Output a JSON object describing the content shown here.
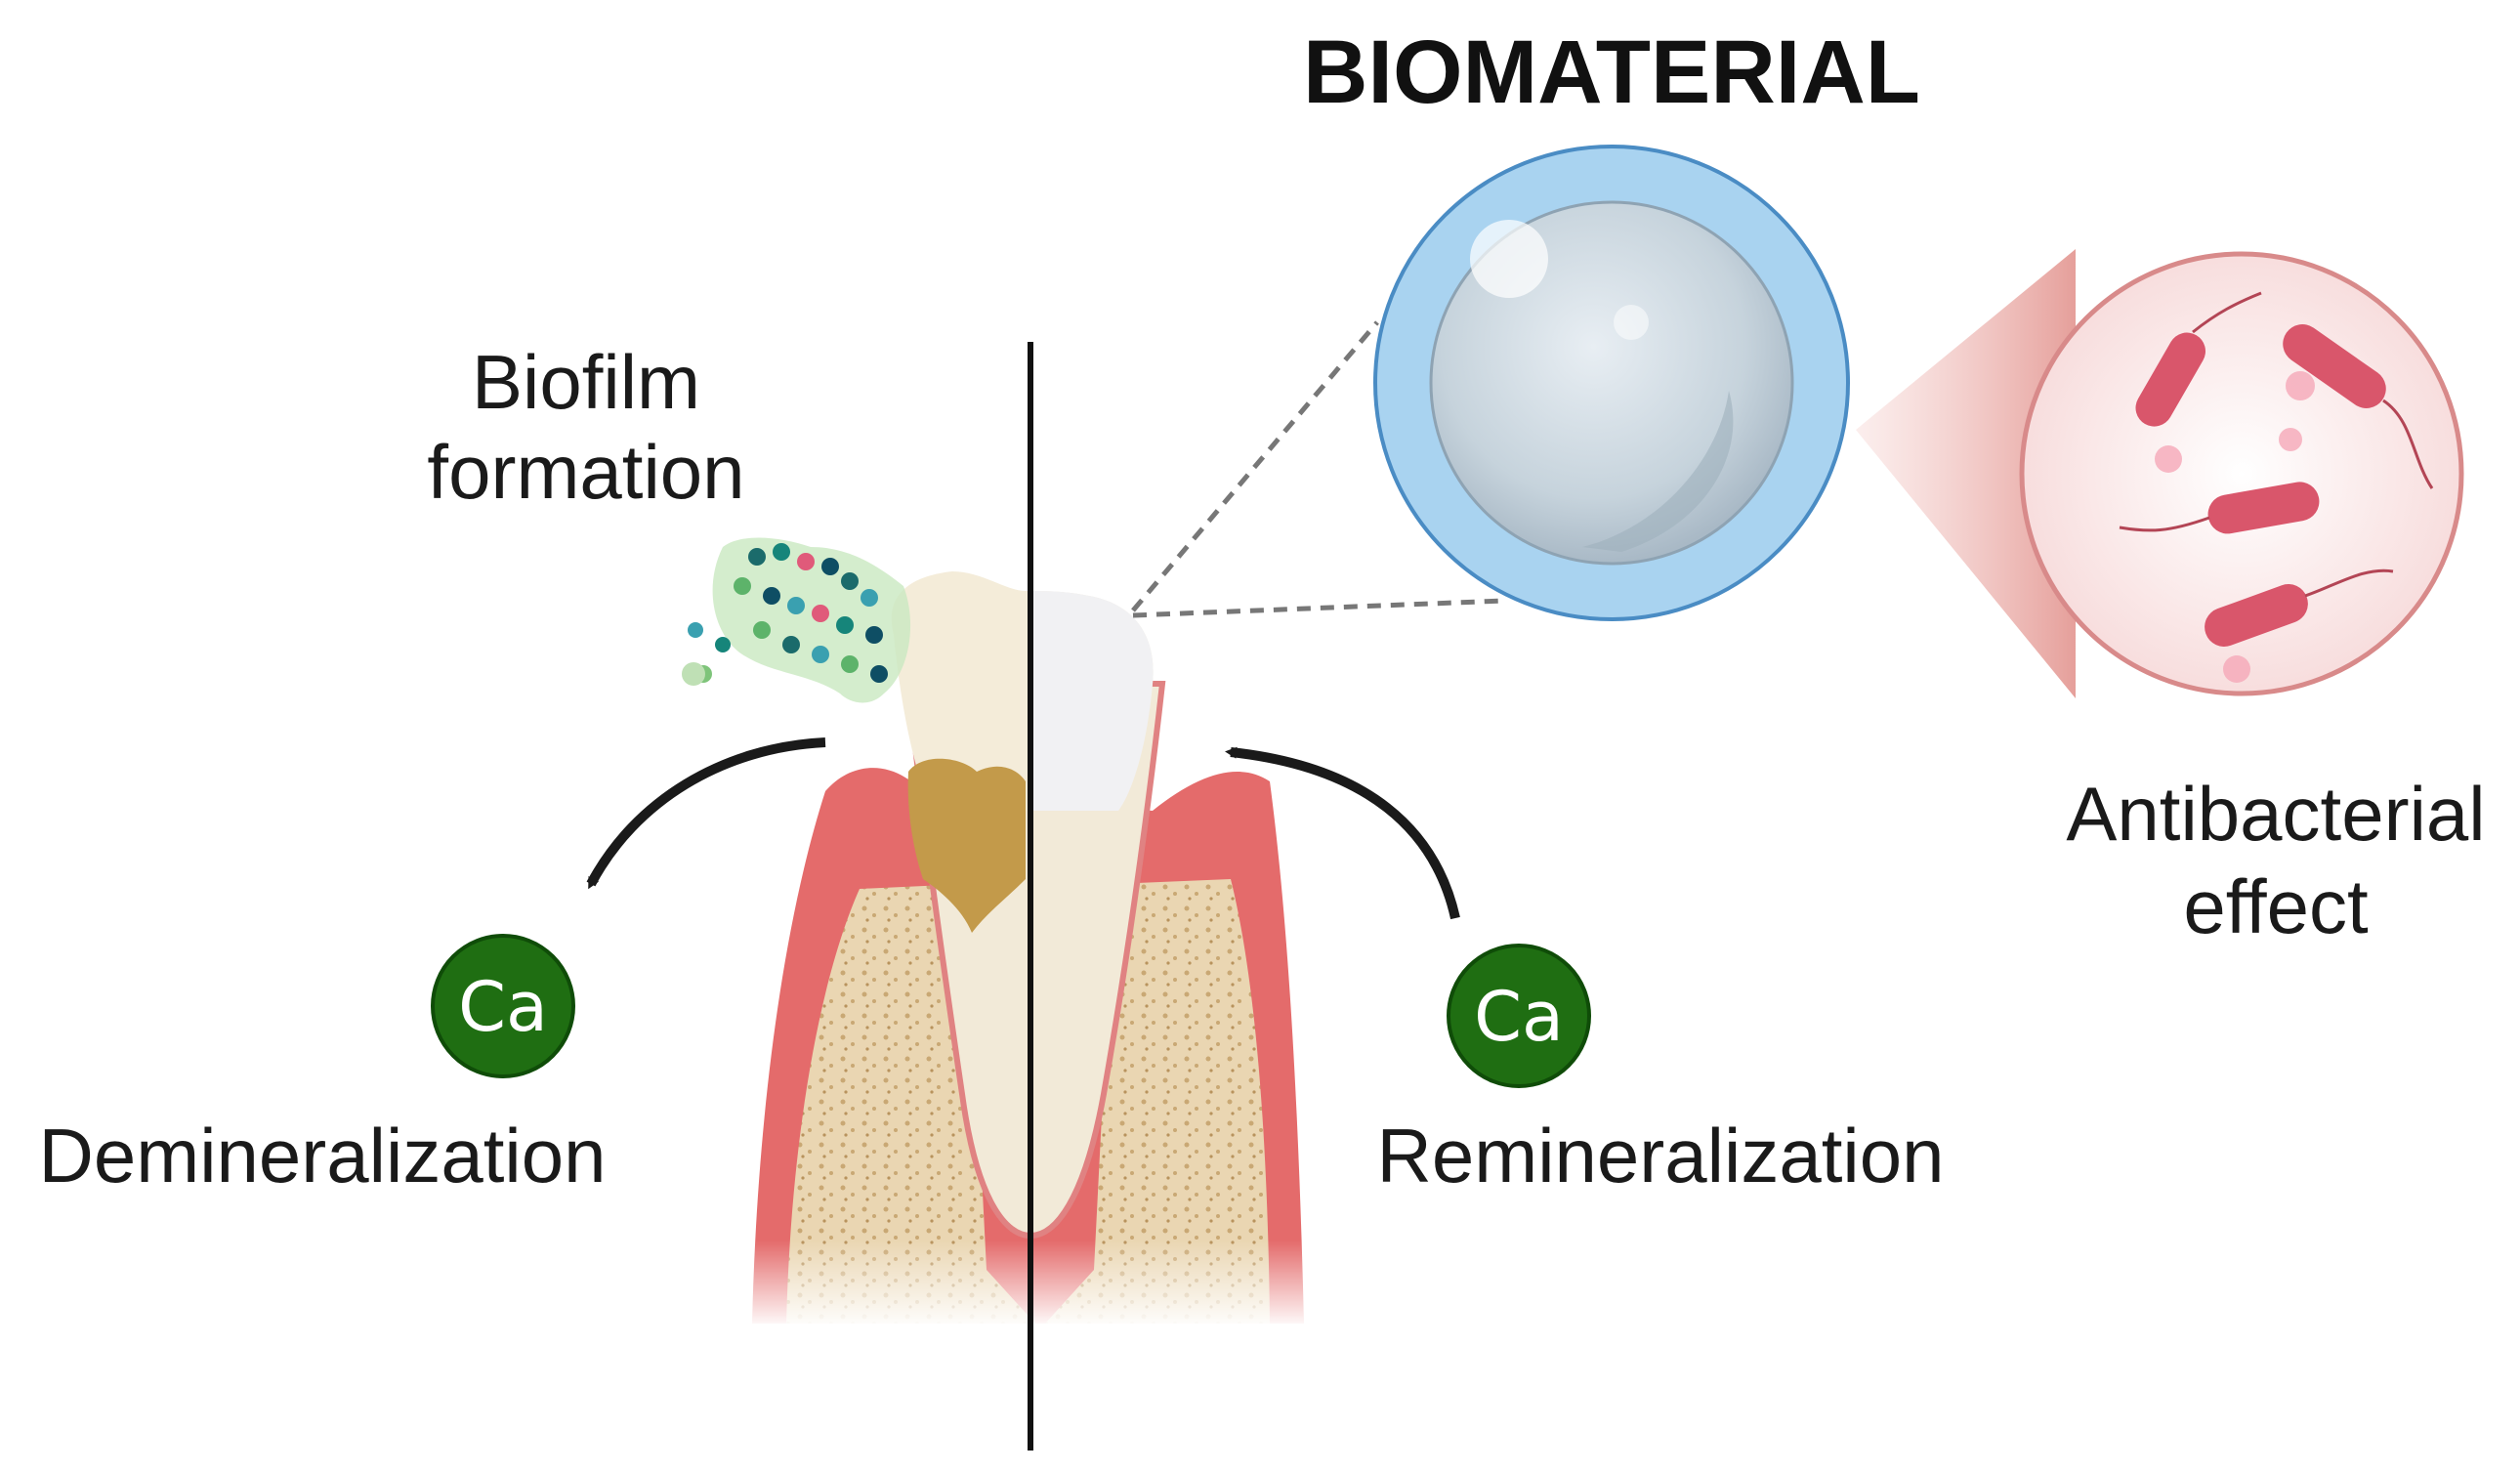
{
  "title": "BIOMATERIAL",
  "labels": {
    "biofilm_line1": "Biofilm",
    "biofilm_line2": "formation",
    "demineralization": "Demineralization",
    "remineralization": "Remineralization",
    "antibacterial_line1": "Antibacterial",
    "antibacterial_line2": "effect"
  },
  "ion_symbol": "Ca",
  "colors": {
    "calcium_ion": "#1f6e12",
    "gum": "#e56a6a",
    "bone": "#e7d2ad",
    "sphere_outer": "#a9d3f0",
    "bacteria": "#d9566b",
    "plaque_stain": "#c39a4a",
    "divider": "#111111"
  }
}
